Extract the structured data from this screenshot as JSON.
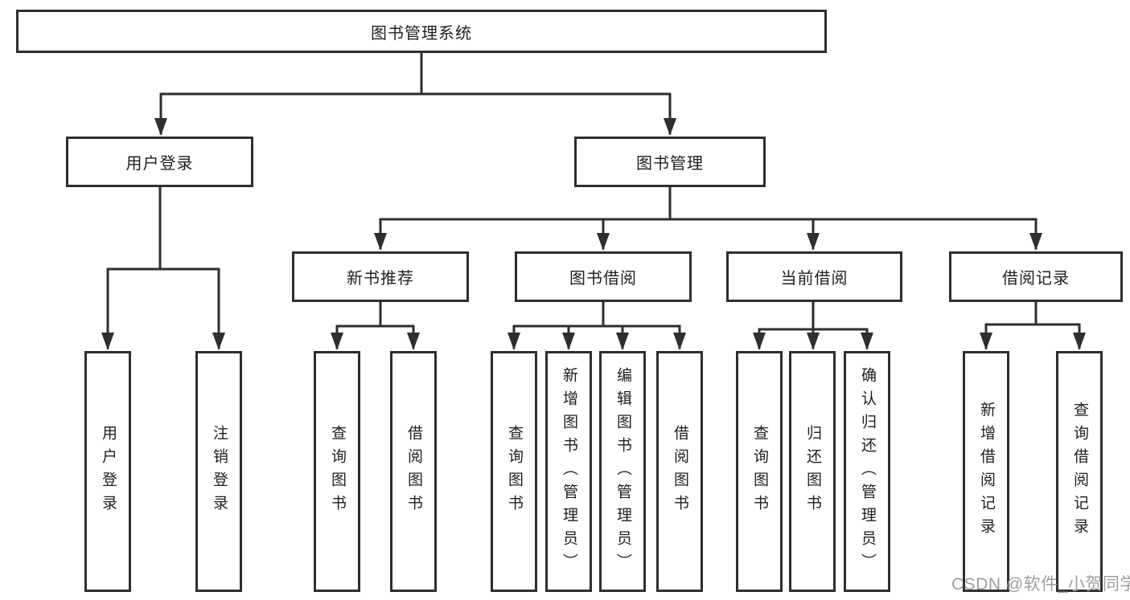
{
  "colors": {
    "line": "#2e2e2e",
    "text": "#1f1f1f",
    "background": "#ffffff",
    "watermark": "#9e9e9e"
  },
  "diagram": {
    "root": {
      "label": "图书管理系统"
    },
    "branches": [
      {
        "label": "用户登录",
        "children": [
          {
            "label": "用户登录"
          },
          {
            "label": "注销登录"
          }
        ]
      },
      {
        "label": "图书管理",
        "sections": [
          {
            "label": "新书推荐",
            "children": [
              {
                "label": "查询图书"
              },
              {
                "label": "借阅图书"
              }
            ]
          },
          {
            "label": "图书借阅",
            "children": [
              {
                "label": "查询图书"
              },
              {
                "label": "新增图书（管理员）"
              },
              {
                "label": "编辑图书（管理员）"
              },
              {
                "label": "借阅图书"
              }
            ]
          },
          {
            "label": "当前借阅",
            "children": [
              {
                "label": "查询图书"
              },
              {
                "label": "归还图书"
              },
              {
                "label": "确认归还（管理员）"
              }
            ]
          },
          {
            "label": "借阅记录",
            "children": [
              {
                "label": "新增借阅记录"
              },
              {
                "label": "查询借阅记录"
              }
            ]
          }
        ]
      }
    ]
  },
  "watermark": {
    "text": "CSDN @软件_小贺同学"
  }
}
